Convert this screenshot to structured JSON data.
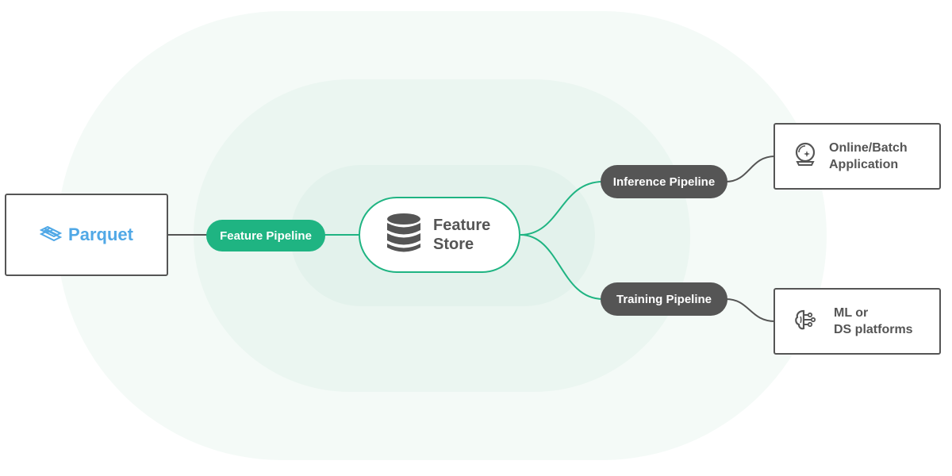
{
  "source": {
    "logo_text": "Parquet",
    "icon": "parquet-logo-icon"
  },
  "pipelines": {
    "feature": "Feature Pipeline",
    "inference": "Inference Pipeline",
    "training": "Training Pipeline"
  },
  "store": {
    "line1": "Feature",
    "line2": "Store",
    "icon": "database-icon"
  },
  "targets": {
    "application": {
      "line1": "Online/Batch",
      "line2": "Application",
      "icon": "crystal-ball-icon"
    },
    "platforms": {
      "line1": "ML or",
      "line2": "DS platforms",
      "icon": "brain-circuit-icon"
    }
  },
  "colors": {
    "accent_green": "#1fb482",
    "dark_pill": "#555555",
    "parquet_blue": "#50a8e6",
    "ring_outer": "#f4faf7",
    "ring_middle": "#ebf6f1",
    "ring_inner": "#e3f2ec"
  }
}
